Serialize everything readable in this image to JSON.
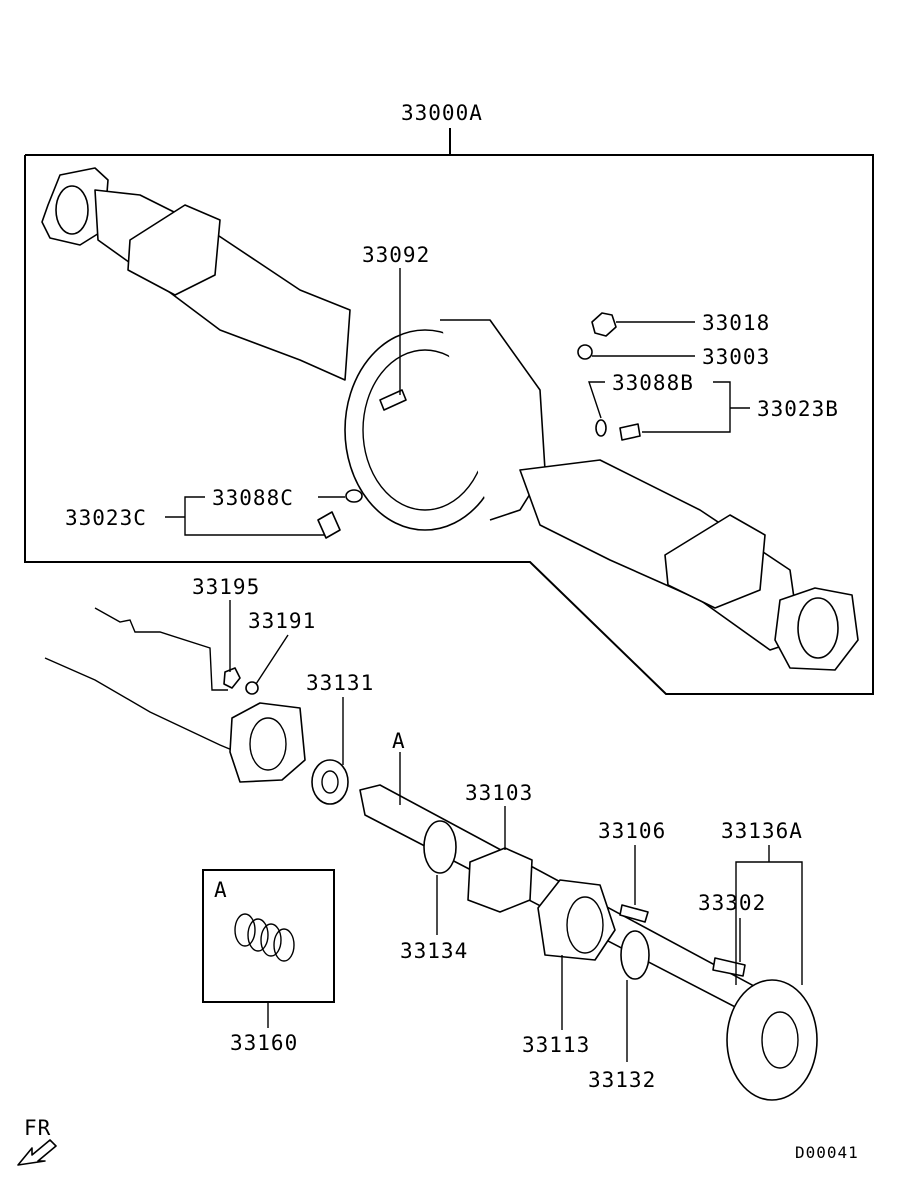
{
  "diagram": {
    "labels": {
      "p33000A": "33000A",
      "p33092": "33092",
      "p33018": "33018",
      "p33003": "33003",
      "p33088B": "33088B",
      "p33023B": "33023B",
      "p33088C": "33088C",
      "p33023C": "33023C",
      "p33195": "33195",
      "p33191": "33191",
      "p33131": "33131",
      "markA": "A",
      "p33103": "33103",
      "p33106": "33106",
      "p33136A": "33136A",
      "p33302": "33302",
      "p33134": "33134",
      "p33113": "33113",
      "p33132": "33132",
      "detailA": "A",
      "p33160": "33160",
      "fr": "FR"
    },
    "code": "D00041"
  }
}
